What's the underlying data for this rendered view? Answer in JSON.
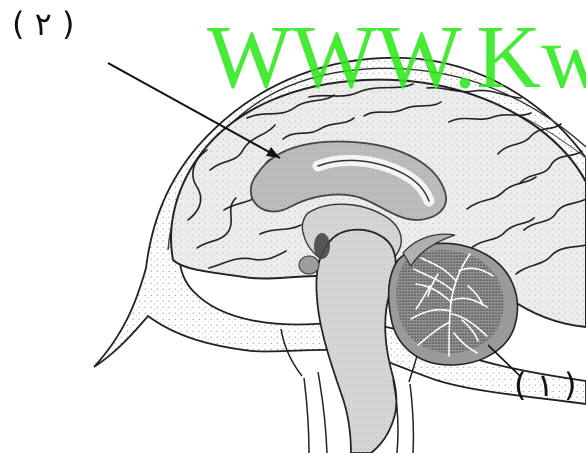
{
  "labels": {
    "label_2": "( ٢ )",
    "label_1": "( ١ )"
  },
  "watermark": {
    "text": "WWW.Kw"
  },
  "colors": {
    "line": "#222222",
    "gray_light": "#d9d9d9",
    "gray_mid": "#a9a9a9",
    "gray_dark": "#555555",
    "green": "#2ee81c"
  }
}
